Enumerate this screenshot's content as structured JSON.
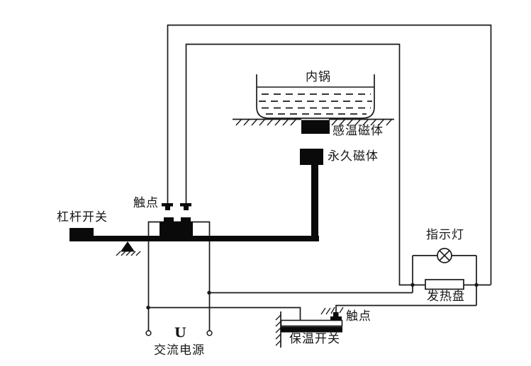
{
  "diagram": {
    "title_hint": "rice-cooker lever-switch circuit schematic",
    "colors": {
      "line": "#1a1a1a",
      "background": "#ffffff",
      "fill_black": "#0a0a0a"
    },
    "labels": {
      "inner_pot": "内锅",
      "temp_magnet": "感温磁体",
      "perm_magnet": "永久磁体",
      "contact_top": "触点",
      "lever_switch": "杠杆开关",
      "indicator_light": "指示灯",
      "heating_plate": "发热盘",
      "contact_bottom": "触点",
      "keepwarm_switch": "保温开关",
      "voltage_symbol": "U",
      "ac_power": "交流电源"
    }
  }
}
